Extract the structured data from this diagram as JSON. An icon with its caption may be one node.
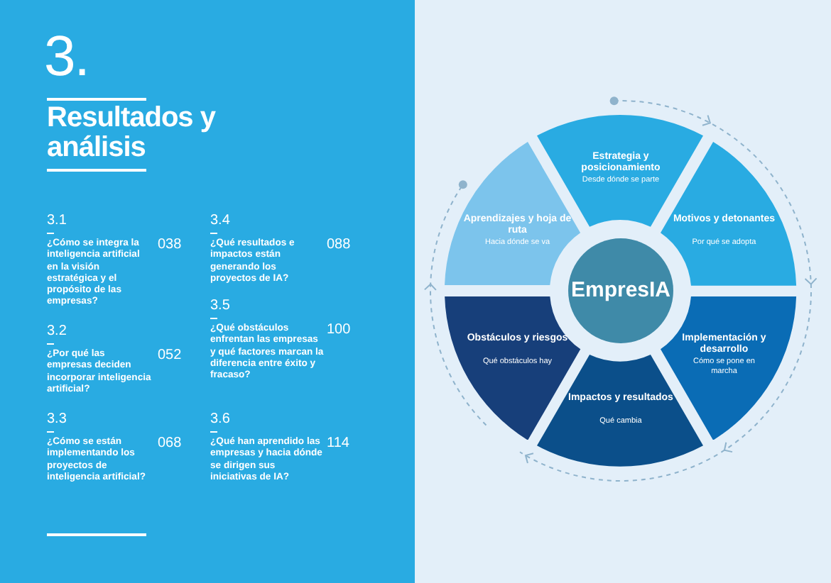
{
  "diagram": {
    "title": "Resultados y análisis",
    "nodes": [
      {
        "text": [
          "EmpresIA"
        ]
      },
      {
        "text": [
          "Estrategia y posicionamiento",
          "Desde dónde se parte"
        ]
      },
      {
        "text": [
          "Motivos y detonantes",
          "Por qué se adopta"
        ]
      },
      {
        "text": [
          "Implementación y desarrollo",
          "Cómo se pone en marcha"
        ]
      },
      {
        "text": [
          "Impactos y resultados",
          "Qué cambia"
        ]
      },
      {
        "text": [
          "Obstáculos y riesgos",
          "Qué obstáculos hay"
        ]
      },
      {
        "text": [
          "Aprendizajes y hoja de ruta",
          "Hacia dónde se va"
        ]
      }
    ],
    "labels": [
      "3.",
      "3.1",
      "¿Cómo se integra la inteligencia artificial en la visión estratégica y el propósito de las empresas?",
      "038",
      "3.2",
      "¿Por qué las empresas deciden incorporar inteligencia artificial?",
      "052",
      "3.3",
      "¿Cómo se están implementando los proyectos de inteligencia artificial?",
      "068",
      "3.4",
      "¿Qué resultados e impactos están generando los proyectos de IA?",
      "088",
      "3.5",
      "¿Qué obstáculos enfrentan las empresas y qué factores marcan la diferencia entre éxito y fracaso?",
      "100",
      "3.6",
      "¿Qué han aprendido las empresas y hacia dónde se dirigen sus iniciativas de IA?",
      "114"
    ]
  }
}
